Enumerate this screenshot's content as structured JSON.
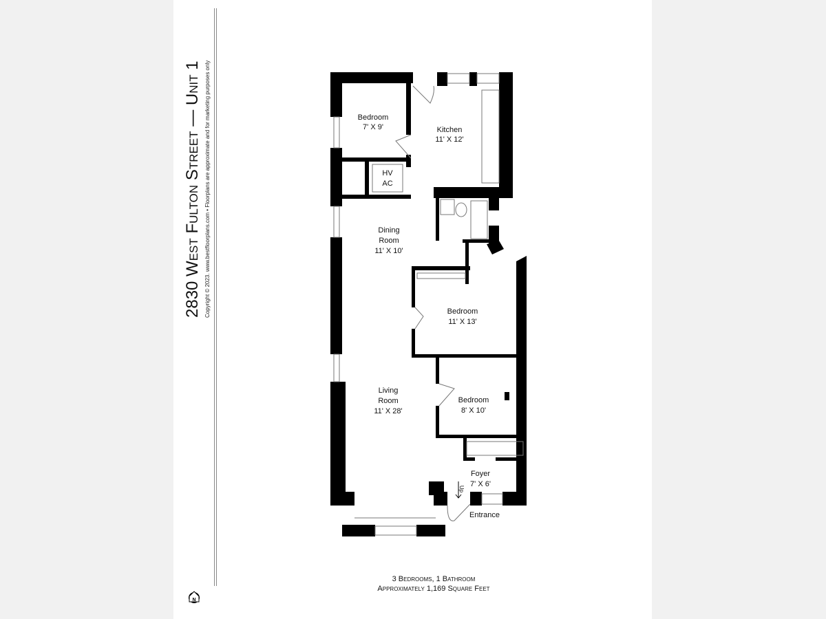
{
  "title": "2830 West Fulton Street — Unit 1",
  "copyright": "Copyright © 2023. www.bestfloorplans.com • Floorplans are approximate and for marketing purposes only",
  "rooms": [
    {
      "name": "Bedroom",
      "size": "7' X 9'"
    },
    {
      "name": "Kitchen",
      "size": "11' X 12'"
    },
    {
      "name": "HV",
      "size": "AC"
    },
    {
      "name": "Dining",
      "name2": "Room",
      "size": "11' X 10'"
    },
    {
      "name": "Bedroom",
      "size": "11' X 13'"
    },
    {
      "name": "Living",
      "name2": "Room",
      "size": "11' X 28'"
    },
    {
      "name": "Bedroom",
      "size": "8' X 10'"
    },
    {
      "name": "Foyer",
      "size": "7' X 6'"
    }
  ],
  "entrance_label": "Entrance",
  "up_label": "Up",
  "summary": {
    "line1": "3 Bedrooms, 1 Bathroom",
    "line2": "Approximately 1,169 Square Feet"
  },
  "north_label": "N"
}
